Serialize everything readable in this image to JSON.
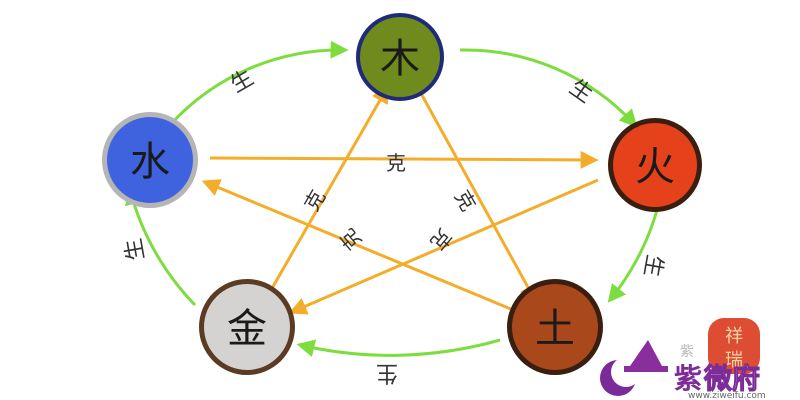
{
  "diagram": {
    "nodes": [
      {
        "id": "wood",
        "glyph": "木",
        "fill": "#6f8b1e",
        "ring": "#2f3a9a"
      },
      {
        "id": "fire",
        "glyph": "火",
        "fill": "#e5421b",
        "ring": "#3a1f10"
      },
      {
        "id": "earth",
        "glyph": "土",
        "fill": "#a9481b",
        "ring": "#3a1f10"
      },
      {
        "id": "metal",
        "glyph": "金",
        "fill": "#d5d3d1",
        "ring": "#5b3b24"
      },
      {
        "id": "water",
        "glyph": "水",
        "fill": "#3f63df",
        "ring": "#a8a8a8"
      }
    ],
    "generate_label": "生",
    "overcome_label": "克",
    "colors": {
      "generate": "#7ddd3f",
      "overcome": "#f4ad2a"
    }
  },
  "watermark": {
    "seal_text": "祥\n瑞",
    "brand_prefix": "紫",
    "brand_main": "微府",
    "brand_small": "紫",
    "tagline": "www.ziweifu.com",
    "icon": "witch-hat-moon-icon"
  }
}
